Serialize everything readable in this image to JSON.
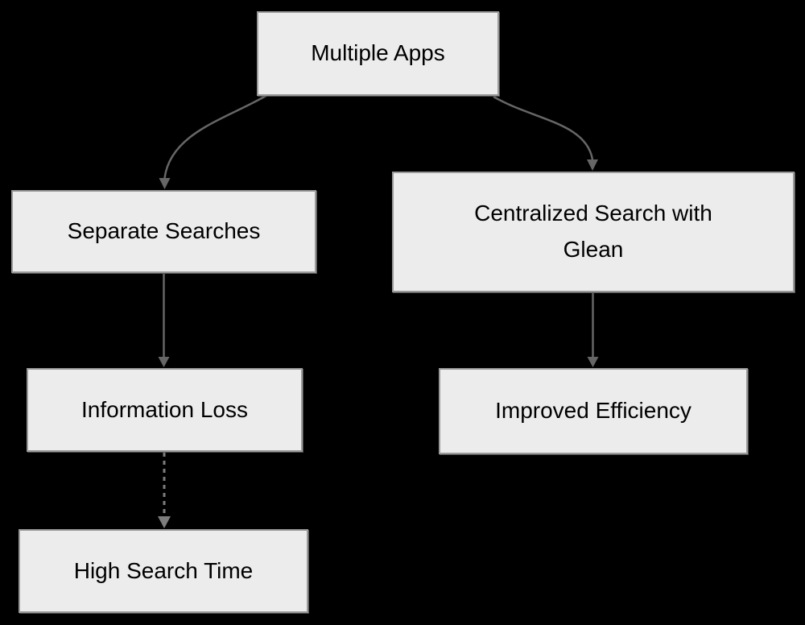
{
  "diagram": {
    "type": "flowchart",
    "title": "",
    "nodes": {
      "multiple_apps": {
        "label": "Multiple Apps"
      },
      "separate_searches": {
        "label": "Separate Searches"
      },
      "centralized_search": {
        "label": "Centralized Search with Glean"
      },
      "information_loss": {
        "label": "Information Loss"
      },
      "improved_efficiency": {
        "label": "Improved Efficiency"
      },
      "high_search_time": {
        "label": "High Search Time"
      }
    },
    "edges": [
      {
        "from": "multiple_apps",
        "to": "separate_searches",
        "style": "solid-curved",
        "arrow": "filled-triangle"
      },
      {
        "from": "multiple_apps",
        "to": "centralized_search",
        "style": "solid-curved",
        "arrow": "filled-triangle"
      },
      {
        "from": "separate_searches",
        "to": "information_loss",
        "style": "solid",
        "arrow": "filled-triangle"
      },
      {
        "from": "information_loss",
        "to": "high_search_time",
        "style": "dotted",
        "arrow": "filled-triangle"
      },
      {
        "from": "centralized_search",
        "to": "improved_efficiency",
        "style": "solid",
        "arrow": "filled-triangle"
      }
    ],
    "theme": {
      "background": "#000000",
      "node_fill": "#ececec",
      "node_border": "#9a9a9a",
      "node_text": "#000000",
      "arrow_color": "#666666",
      "dotted_arrow_color": "#7d7d7d"
    }
  }
}
